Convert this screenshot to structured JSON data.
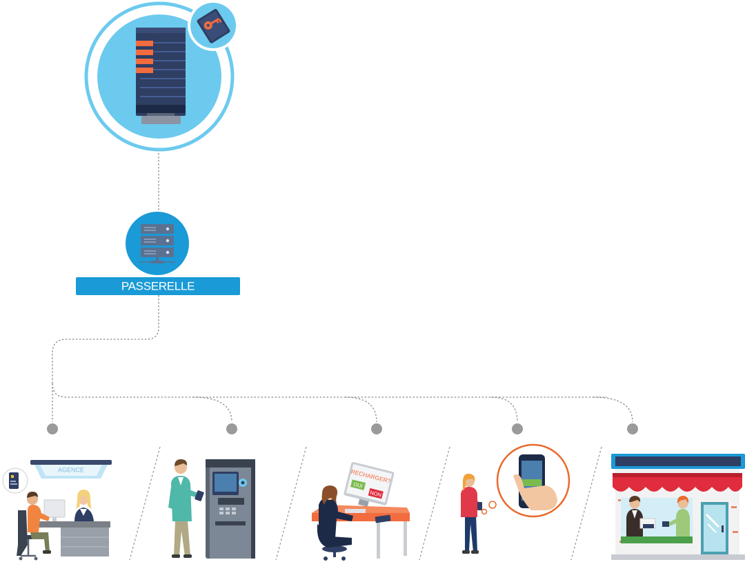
{
  "gateway": {
    "label": "PASSERELLE"
  },
  "channels": [
    {
      "id": "agency",
      "sign_label": "AGENCE"
    },
    {
      "id": "atm"
    },
    {
      "id": "web_recharge",
      "screen_question": "RECHARGER?",
      "yes_label": "OUI",
      "no_label": "NON"
    },
    {
      "id": "mobile"
    },
    {
      "id": "store"
    }
  ],
  "colors": {
    "primary_blue": "#1a9ad6",
    "light_blue": "#6ccaee",
    "navy": "#2f3e63",
    "orange_accent": "#f26c3f",
    "connector_grey": "#8a8a8a",
    "store_red": "#e02c3c"
  }
}
